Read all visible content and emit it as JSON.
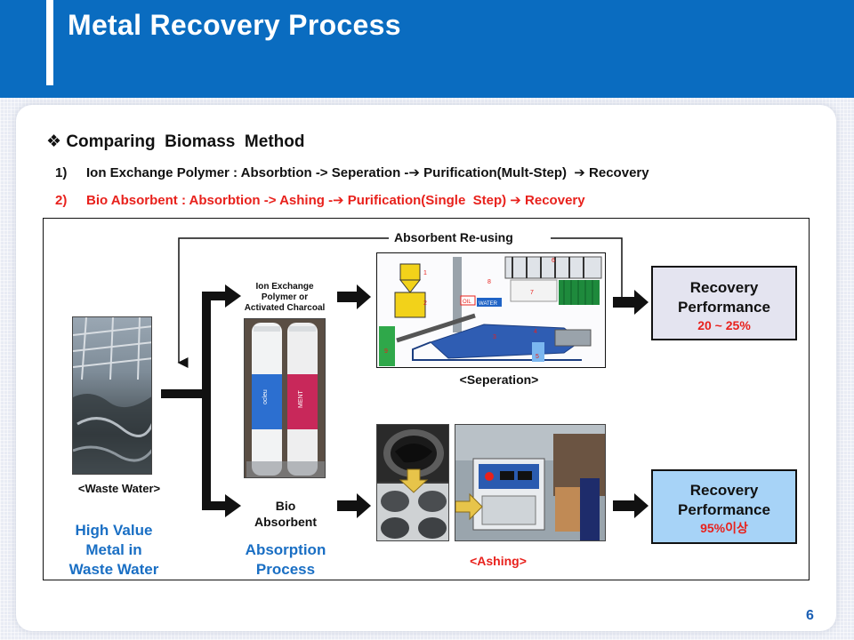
{
  "slide": {
    "title": "Metal Recovery Process",
    "page_number": "6",
    "heading": "Comparing  Biomass  Method",
    "steps": [
      {
        "num": "1)",
        "text": "Ion Exchange Polymer : Absorbtion -> Seperation -➔ Purification(Mult-Step)  ➔ Recovery",
        "color": "#111111"
      },
      {
        "num": "2)",
        "text": "Bio Absorbent : Absorbtion -> Ashing -➔ Purification(Single  Step) ➔ Recovery",
        "color": "#e8211c"
      }
    ]
  },
  "diagram": {
    "reuse_label": "Absorbent Re-using",
    "waste_water_caption": "<Waste Water>",
    "high_value_label": [
      "High Value",
      "Metal in",
      "Waste Water"
    ],
    "ion_exchange_label": [
      "Ion Exchange",
      "Polymer or",
      "Activated Charcoal"
    ],
    "bio_absorbent_label": [
      "Bio",
      "Absorbent"
    ],
    "absorption_process_label": [
      "Absorption",
      "Process"
    ],
    "separation_caption": "<Seperation>",
    "ashing_caption": "<Ashing>",
    "filter_labels": [
      "ocleu",
      "MENT"
    ],
    "machine_labels": {
      "oil": "OIL",
      "water": "WATER",
      "numbers": [
        "1",
        "2",
        "3",
        "4",
        "5",
        "6",
        "7",
        "8",
        "9"
      ]
    },
    "result_top": {
      "title": [
        "Recovery",
        "Performance"
      ],
      "value": "20 ~ 25%",
      "fill": "#e4e4f0"
    },
    "result_bottom": {
      "title": [
        "Recovery",
        "Performance"
      ],
      "value": "95%이상",
      "fill": "#a7d3f7"
    }
  },
  "colors": {
    "header": "#0a6cc0",
    "accent_red": "#e8211c",
    "label_blue": "#1a6fc4",
    "page_number": "#1a5fb4"
  }
}
